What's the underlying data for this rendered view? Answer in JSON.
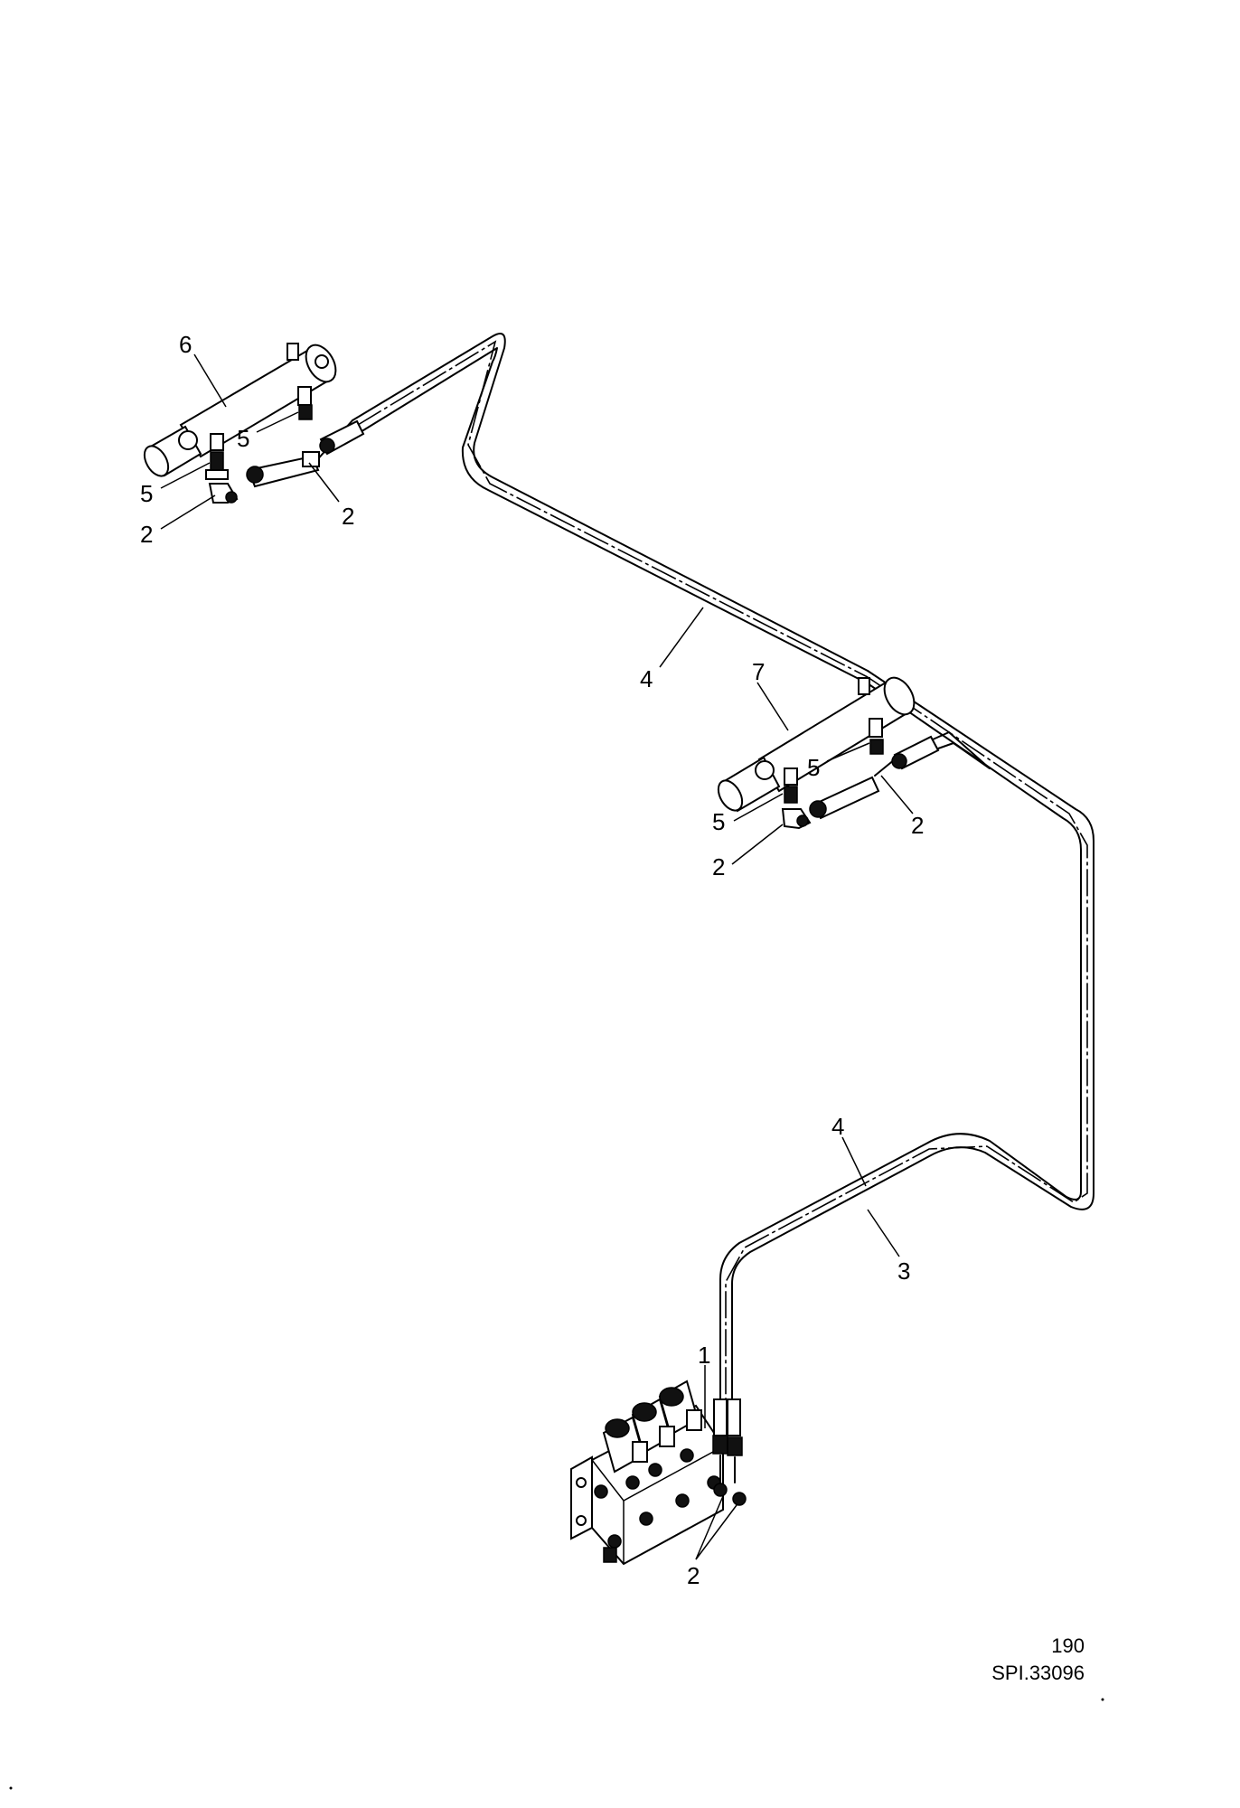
{
  "callouts": {
    "c6": "6",
    "c5a": "5",
    "c5b": "5",
    "c2a": "2",
    "c2b": "2",
    "c4a": "4",
    "c7": "7",
    "c5c": "5",
    "c5d": "5",
    "c2c": "2",
    "c2d": "2",
    "c4b": "4",
    "c3": "3",
    "c1": "1",
    "c2e": "2"
  },
  "reference": {
    "page": "190",
    "code": "SPI.33096"
  }
}
